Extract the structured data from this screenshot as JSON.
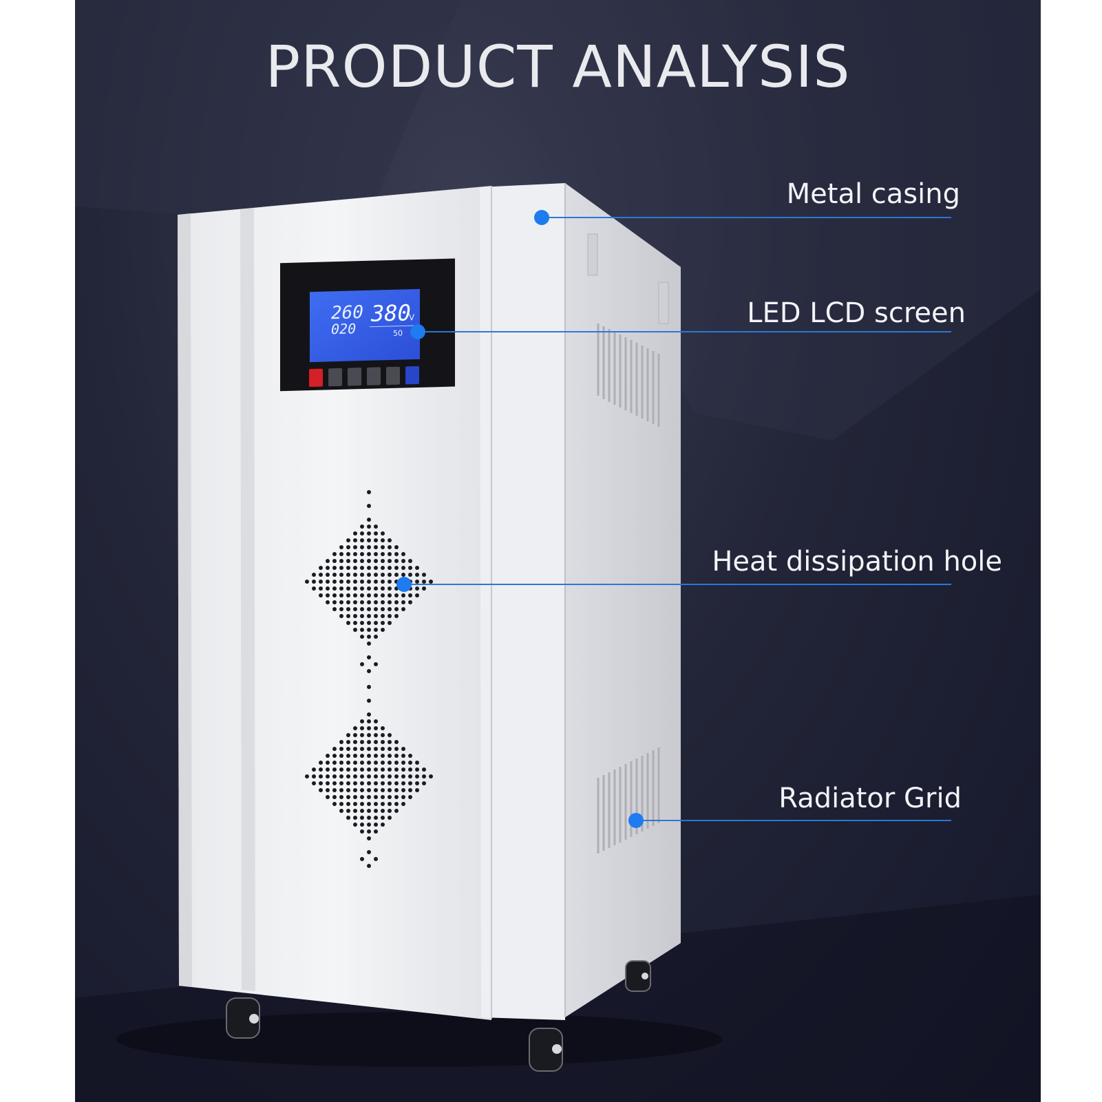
{
  "title": "PRODUCT ANALYSIS",
  "accent_color": "#1e7bf0",
  "line_color": "#2a78d6",
  "callouts": [
    {
      "label": "Metal casing"
    },
    {
      "label": "LED LCD screen"
    },
    {
      "label": "Heat dissipation hole"
    },
    {
      "label": "Radiator Grid"
    }
  ],
  "lcd": {
    "input_voltage": "260",
    "output_voltage": "380",
    "current": "020",
    "frequency": "50",
    "unit_v": "V"
  }
}
